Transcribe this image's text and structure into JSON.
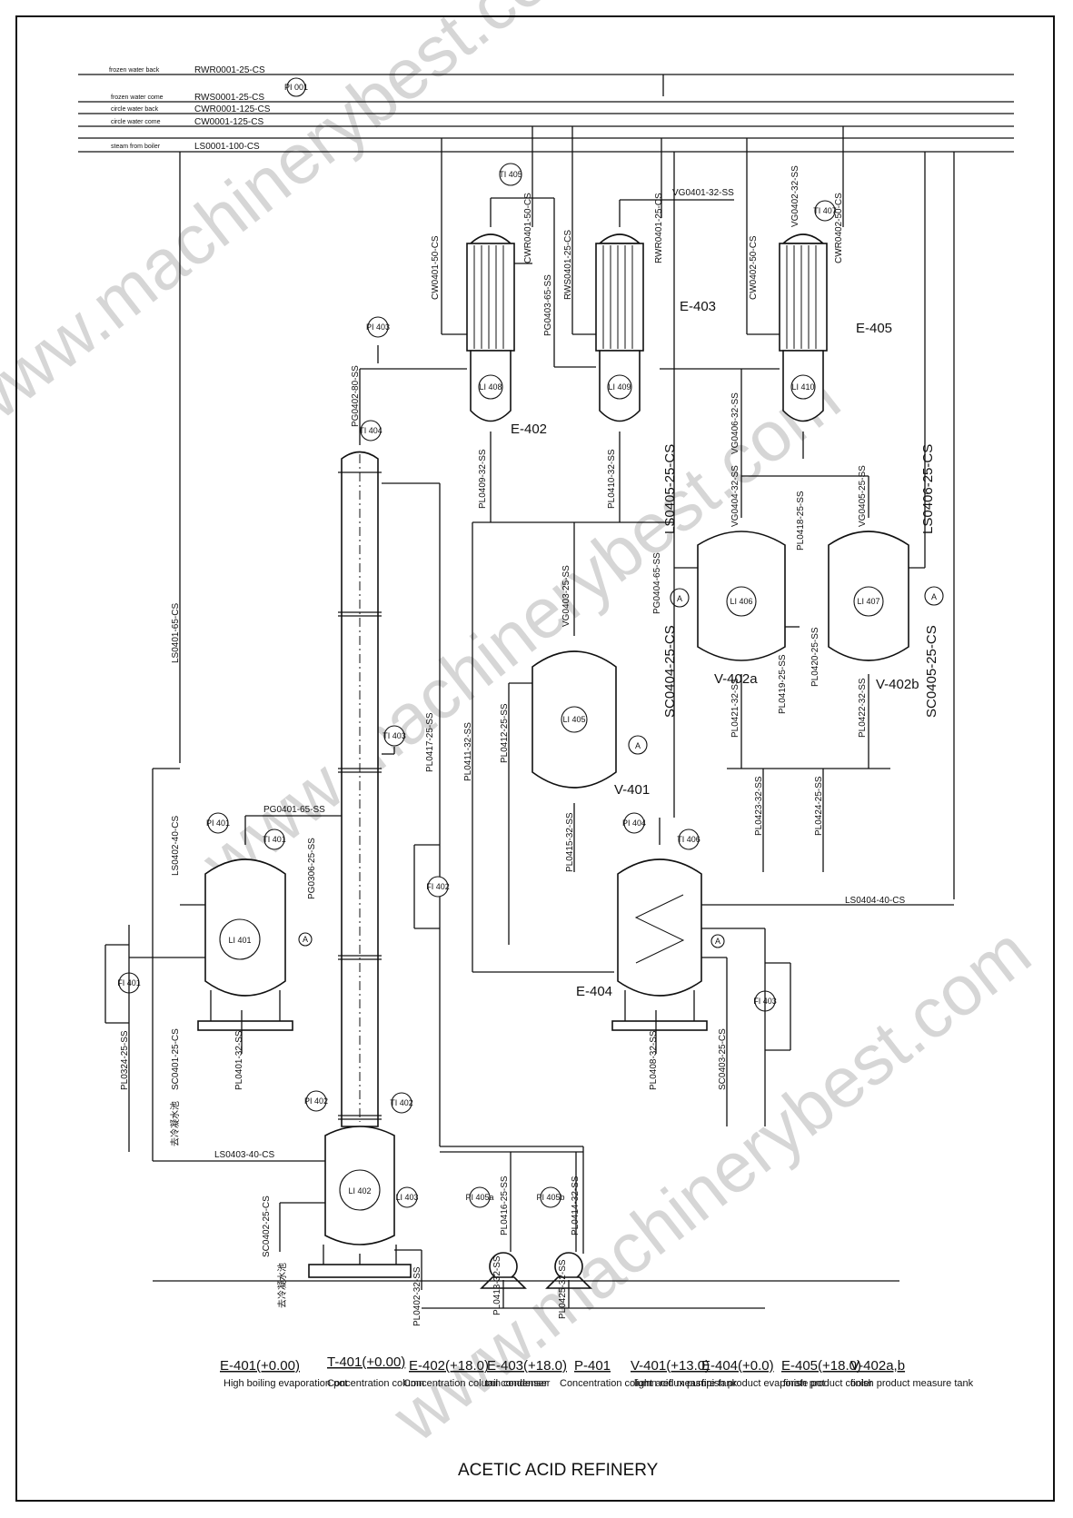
{
  "title": "ACETIC ACID REFINERY",
  "watermark": "www.machinerybest.com",
  "utility_lines": [
    {
      "desc": "frozen water back",
      "code": "RWR0001-25-CS"
    },
    {
      "desc": "frozen water come",
      "code": "RWS0001-25-CS"
    },
    {
      "desc": "circle water back",
      "code": "CWR0001-125-CS"
    },
    {
      "desc": "circle water come",
      "code": "CW0001-125-CS"
    },
    {
      "desc": "steam from boiler",
      "code": "LS0001-100-CS"
    }
  ],
  "equipment_tags": {
    "e402": "E-402",
    "e403": "E-403",
    "e404": "E-404",
    "e405": "E-405",
    "v401": "V-401",
    "v402a": "V-402a",
    "v402b": "V-402b"
  },
  "instruments": {
    "pi_top": "PI 001",
    "ti405": "TI 405",
    "ti407_top": "TI 407",
    "pi403": "PI 403",
    "ti404": "TI 404",
    "ti403": "TI 403",
    "pi401": "PI 401",
    "ti401": "TI 401",
    "fi402": "FI 402",
    "fi401": "FI 401",
    "pi402": "PI 402",
    "ti402": "TI 402",
    "li403": "LI 403",
    "pi404": "PI 404",
    "ti406": "TI 406",
    "fi403": "FI 403",
    "pi405a": "PI 405a",
    "pi405b": "PI 405b",
    "li401": "LI 401",
    "li402": "LI 402",
    "li405": "LI 405",
    "li406": "LI 406",
    "li407": "LI 407",
    "li408": "LI 408",
    "li409": "LI 409",
    "li410": "LI 410",
    "a": "A"
  },
  "pipe_labels": {
    "cw0401": "CW0401-50-CS",
    "cwr0401": "CWR0401-50-CS",
    "pg0403": "PG0403-65-SS",
    "rws0401": "RWS0401-25-CS",
    "rwr0401": "RWR0401-25-CS",
    "vg0401": "VG0401-32-SS",
    "cw0402": "CW0402-50-CS",
    "vg0402": "VG0402-32-SS",
    "cwr0402": "CWR0402-50-CS",
    "pg0402": "PG0402-80-SS",
    "pl0409": "PL0409-32-SS",
    "pl0410": "PL0410-32-SS",
    "vg0406": "VG0406-32-SS",
    "vg0404": "VG0404-32-SS",
    "vg0405": "VG0405-25-SS",
    "ls0405_top": "LS0405-25-CS",
    "ls0406": "LS0406-25-CS",
    "pl0418": "PL0418-25-SS",
    "pg0404": "PG0404-65-SS",
    "vg0403": "VG0403-25-SS",
    "sc0404": "SC0404-25-CS",
    "sc0405": "SC0405-25-CS",
    "pl0419": "PL0419-25-SS",
    "pl0420": "PL0420-25-SS",
    "pl0421": "PL0421-32-SS",
    "pl0422": "PL0422-32-SS",
    "ls0401": "LS0401-65-CS",
    "pl0412": "PL0412-25-SS",
    "pl0411": "PL0411-32-SS",
    "pl0417": "PL0417-25-SS",
    "pl0423": "PL0423-32-SS",
    "pl0424": "PL0424-25-SS",
    "pg0401": "PG0401-65-SS",
    "ls0402": "LS0402-40-CS",
    "pg0306": "PG0306-25-SS",
    "pl0415": "PL0415-32-SS",
    "ls0404": "LS0404-40-CS",
    "pl0324": "PL0324-25-SS",
    "sc0401": "SC0401-25-CS",
    "pl0401": "PL0401-32-SS",
    "pl0408": "PL0408-32-SS",
    "sc0403": "SC0403-25-CS",
    "ls0403": "LS0403-40-CS",
    "sc0402": "SC0402-25-CS",
    "pl0416": "PL0416-25-SS",
    "pl0413": "PL0413-32-SS",
    "pl0414": "PL0414-32-SS",
    "pl0402": "PL0402-32-SS",
    "pl0425": "PL0425-32-SS",
    "cn_1": "去冷凝水池",
    "cn_2": "去冷凝水池"
  },
  "legend": [
    {
      "tag": "E-401(+0.00)",
      "desc": "High boiling evaporation pot"
    },
    {
      "tag": "T-401(+0.00)",
      "desc": "Concentration column"
    },
    {
      "tag": "E-402(+18.0)",
      "desc": "Concentration column condenser"
    },
    {
      "tag": "E-403(+18.0)",
      "desc": "tail condenser"
    },
    {
      "tag": "P-401",
      "desc": "Concentration column reflux pump"
    },
    {
      "tag": "V-401(+13.0)",
      "desc": "light acid measure tank"
    },
    {
      "tag": "E-404(+0.0)",
      "desc": "finish product evaporate pot"
    },
    {
      "tag": "E-405(+18.0)",
      "desc": "finish product cooler"
    },
    {
      "tag": "V-402a,b",
      "desc": "finish product measure tank"
    }
  ]
}
